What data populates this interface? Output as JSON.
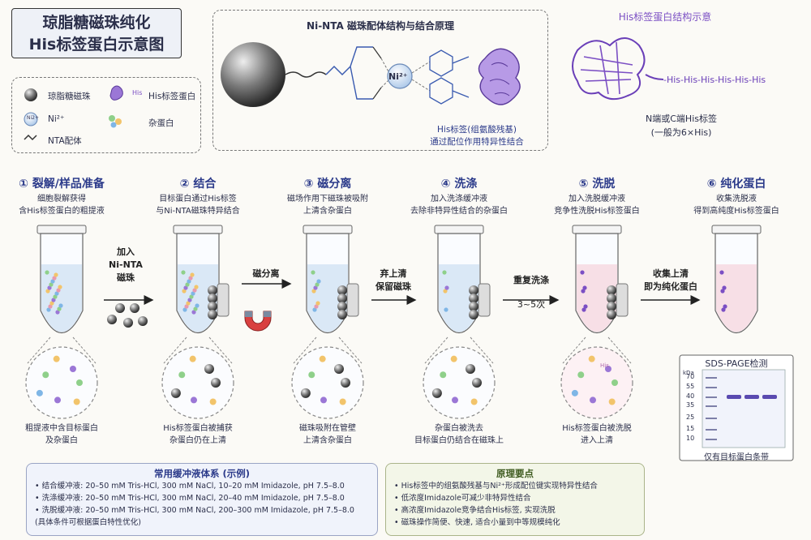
{
  "title": {
    "line1": "琼脂糖磁珠纯化",
    "line2": "His标签蛋白示意图"
  },
  "legend": {
    "bead": "琼脂糖磁珠",
    "his_tag_icon": "His",
    "his_protein": "His标签蛋白",
    "ni_icon": "Ni2+",
    "ni": "Ni²⁺",
    "impurity": "杂蛋白",
    "nta": "NTA配体"
  },
  "nta_panel": {
    "title": "Ni-NTA 磁珠配体结构与结合原理",
    "ni_label": "Ni²⁺",
    "note_line1": "His标签(组氨酸残基)",
    "note_line2": "通过配位作用特异性结合"
  },
  "structure_panel": {
    "title": "His标签蛋白结构示意",
    "tag_sequence": "-His-His-His-His-His-His",
    "note_line1": "N端或C端His标签",
    "note_line2": "(一般为6×His)"
  },
  "steps": [
    {
      "title": "① 裂解/样品准备",
      "desc1": "细胞裂解获得",
      "desc2": "含His标签蛋白的粗提液",
      "cap1": "粗提液中含目标蛋白",
      "cap2": "及杂蛋白"
    },
    {
      "title": "② 结合",
      "desc1": "目标蛋白通过His标签",
      "desc2": "与Ni-NTA磁珠特异结合",
      "cap1": "His标签蛋白被捕获",
      "cap2": "杂蛋白仍在上清"
    },
    {
      "title": "③ 磁分离",
      "desc1": "磁场作用下磁珠被吸附",
      "desc2": "上清含杂蛋白",
      "cap1": "磁珠吸附在管壁",
      "cap2": "上清含杂蛋白"
    },
    {
      "title": "④ 洗涤",
      "desc1": "加入洗涤缓冲液",
      "desc2": "去除非特异性结合的杂蛋白",
      "cap1": "杂蛋白被洗去",
      "cap2": "目标蛋白仍结合在磁珠上"
    },
    {
      "title": "⑤ 洗脱",
      "desc1": "加入洗脱缓冲液",
      "desc2": "竞争性洗脱His标签蛋白",
      "cap1": "His标签蛋白被洗脱",
      "cap2": "进入上清"
    },
    {
      "title": "⑥ 纯化蛋白",
      "desc1": "收集洗脱液",
      "desc2": "得到高纯度His标签蛋白",
      "cap1": "",
      "cap2": ""
    }
  ],
  "arrows": [
    {
      "line1": "加入",
      "line2": "Ni-NTA",
      "line3": "磁珠"
    },
    {
      "line1": "磁分离"
    },
    {
      "line1": "弃上清",
      "line2": "保留磁珠"
    },
    {
      "line1": "重复洗涤",
      "line2": "3~5次"
    },
    {
      "line1": "收集上清",
      "line2": "即为纯化蛋白"
    }
  ],
  "zoom_labels": {
    "his_small": "His"
  },
  "sds_page": {
    "title": "SDS-PAGE检测",
    "unit": "kDa",
    "markers": [
      "70",
      "55",
      "40",
      "35",
      "25",
      "15",
      "10"
    ],
    "band_kda": 40,
    "caption": "仅有目标蛋白条带"
  },
  "buffer_panel": {
    "title": "常用缓冲液体系 (示例)",
    "lines": [
      "•  结合缓冲液: 20–50 mM Tris-HCl, 300 mM NaCl, 10–20 mM Imidazole, pH 7.5–8.0",
      "•  洗涤缓冲液: 20–50 mM Tris-HCl, 300 mM NaCl, 20–40 mM Imidazole, pH 7.5–8.0",
      "•  洗脱缓冲液: 20–50 mM Tris-HCl, 300 mM NaCl, 200–300 mM Imidazole, pH 7.5–8.0"
    ],
    "note": "(具体条件可根据蛋白特性优化)"
  },
  "principle_panel": {
    "title": "原理要点",
    "lines": [
      "•  His标签中的组氨酸残基与Ni²⁺形成配位键实现特异性结合",
      "•  低浓度Imidazole可减少非特异性结合",
      "•  高浓度Imidazole竞争结合His标签, 实现洗脱",
      "•  磁珠操作简便、快速, 适合小量到中等规模纯化"
    ]
  },
  "colors": {
    "title_blue": "#2b3a8a",
    "purple": "#7b4fc4",
    "liquid_blue": "#d6e6f5",
    "liquid_pink": "#f6dbe3"
  }
}
